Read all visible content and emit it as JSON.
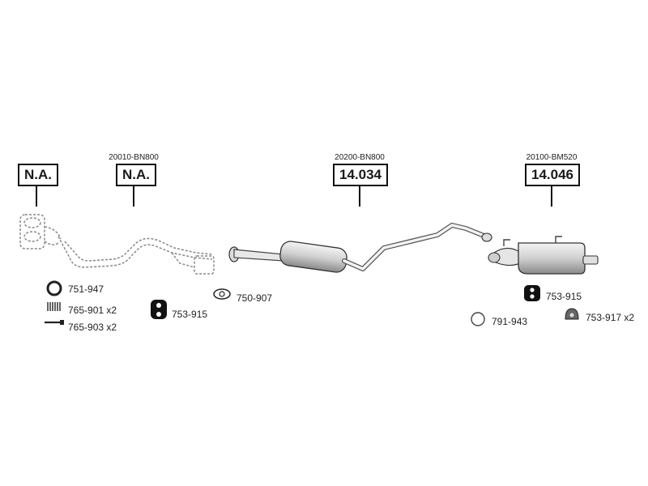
{
  "parts": [
    {
      "part_number": "",
      "reference": "N.A."
    },
    {
      "part_number": "20010-BN800",
      "reference": "N.A."
    },
    {
      "part_number": "20200-BN800",
      "reference": "14.034"
    },
    {
      "part_number": "20100-BM520",
      "reference": "14.046"
    }
  ],
  "accessories": [
    {
      "code": "751-947",
      "icon": "gasket-ring-icon"
    },
    {
      "code": "765-901 x2",
      "icon": "spring-icon"
    },
    {
      "code": "765-903 x2",
      "icon": "bolt-icon"
    },
    {
      "code": "753-915",
      "icon": "rubber-hanger-icon"
    },
    {
      "code": "750-907",
      "icon": "flange-gasket-icon"
    },
    {
      "code": "753-915",
      "icon": "rubber-hanger-icon"
    },
    {
      "code": "791-943",
      "icon": "o-ring-icon"
    },
    {
      "code": "753-917 x2",
      "icon": "mounting-rubber-icon"
    }
  ]
}
